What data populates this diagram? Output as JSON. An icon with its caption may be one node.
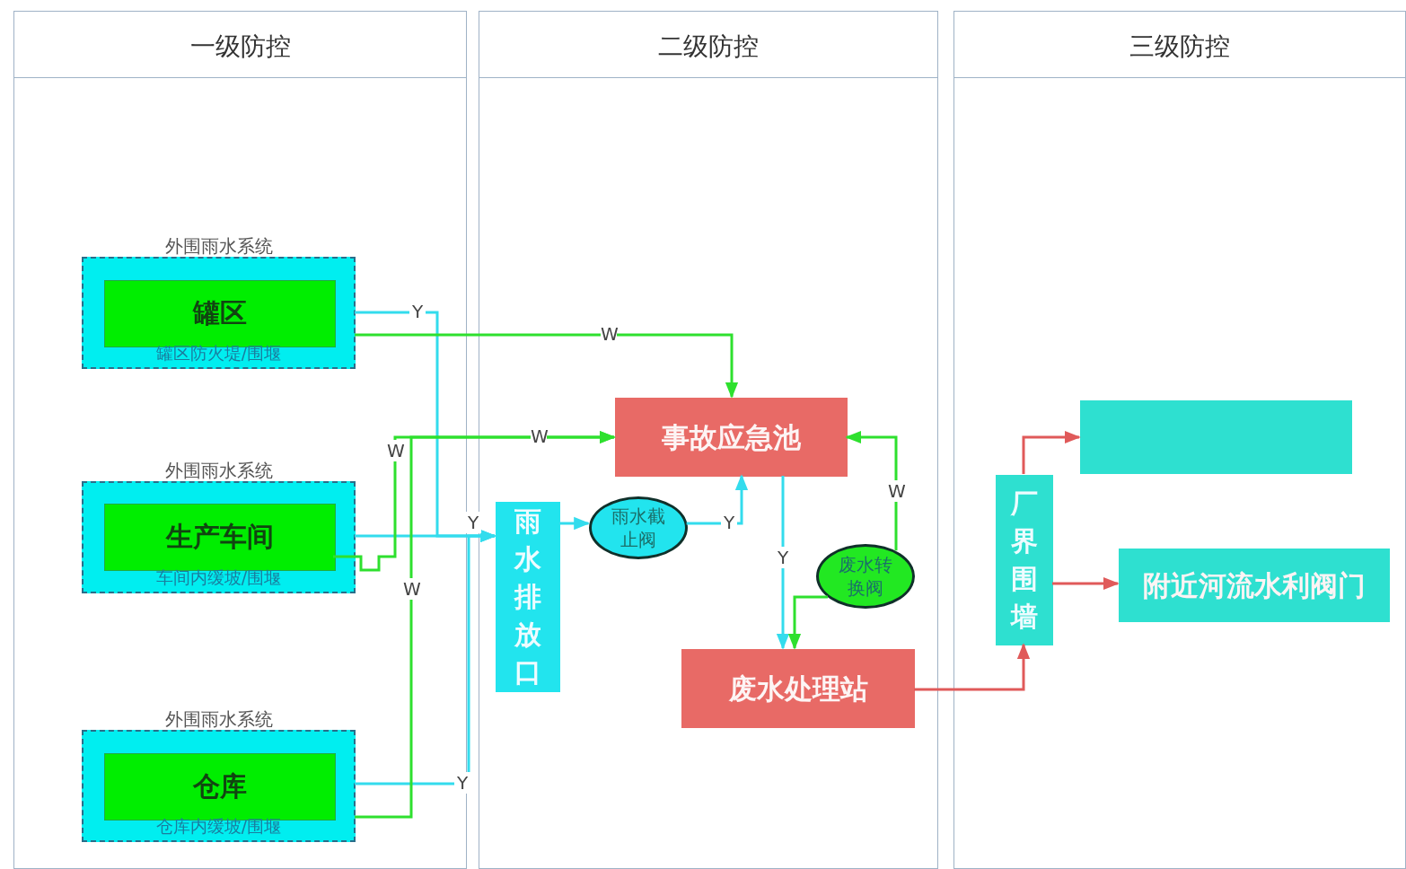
{
  "diagram": {
    "nodes": [
      {
        "text": [
          "一级防控"
        ]
      },
      {
        "text": [
          "二级防控"
        ]
      },
      {
        "text": [
          "三级防控"
        ]
      },
      {
        "text": [
          "外围雨水系统",
          "罐区防火堤/围堰"
        ],
        "in": 0
      },
      {
        "text": [
          "罐区"
        ],
        "in": 3
      },
      {
        "text": [
          "外围雨水系统",
          "车间内缓坡/围堰"
        ],
        "in": 0
      },
      {
        "text": [
          "生产车间"
        ],
        "in": 5
      },
      {
        "text": [
          "外围雨水系统",
          "仓库内缓坡/围堰"
        ],
        "in": 0
      },
      {
        "text": [
          "仓库"
        ],
        "in": 7
      },
      {
        "text": [
          "雨水排放口"
        ],
        "in": 1
      },
      {
        "text": [
          "雨水截止阀"
        ],
        "in": 1
      },
      {
        "text": [
          "事故应急池"
        ],
        "in": 1
      },
      {
        "text": [
          "废水转换阀"
        ],
        "in": 1
      },
      {
        "text": [
          "废水处理站"
        ],
        "in": 1
      },
      {
        "text": [
          "厂界围墙"
        ],
        "in": 2
      },
      {
        "text": [],
        "shape": "box",
        "in": 2
      },
      {
        "text": [
          "附近河流水利阀门"
        ],
        "in": 2
      }
    ],
    "edges": [
      {
        "from": 3,
        "to": 9,
        "arrow": "to",
        "label": "Y"
      },
      {
        "from": 5,
        "to": 9,
        "arrow": "to",
        "label": "Y"
      },
      {
        "from": 7,
        "to": 9,
        "arrow": "to",
        "label": "Y"
      },
      {
        "from": 9,
        "to": 10,
        "arrow": "to"
      },
      {
        "from": 10,
        "to": 11,
        "arrow": "to",
        "label": "Y"
      },
      {
        "from": 11,
        "to": 13,
        "arrow": "to",
        "label": "Y"
      },
      {
        "from": 3,
        "to": 11,
        "arrow": "to",
        "label": "W",
        "color": "#2ee02e"
      },
      {
        "from": 6,
        "to": 11,
        "arrow": "to",
        "label": "W",
        "color": "#2ee02e"
      },
      {
        "from": 7,
        "to": 11,
        "arrow": "to",
        "label": "W",
        "color": "#2ee02e"
      },
      {
        "from": 12,
        "to": 11,
        "arrow": "to",
        "label": "W",
        "color": "#2ee02e"
      },
      {
        "from": 12,
        "to": 13,
        "arrow": "to",
        "color": "#2ee02e"
      },
      {
        "from": 13,
        "to": 14,
        "arrow": "to",
        "color": "#e05a5a"
      },
      {
        "from": 14,
        "to": 15,
        "arrow": "to",
        "color": "#e05a5a"
      },
      {
        "from": 14,
        "to": 16,
        "arrow": "to",
        "color": "#e05a5a"
      }
    ],
    "labels": [
      "W"
    ]
  }
}
